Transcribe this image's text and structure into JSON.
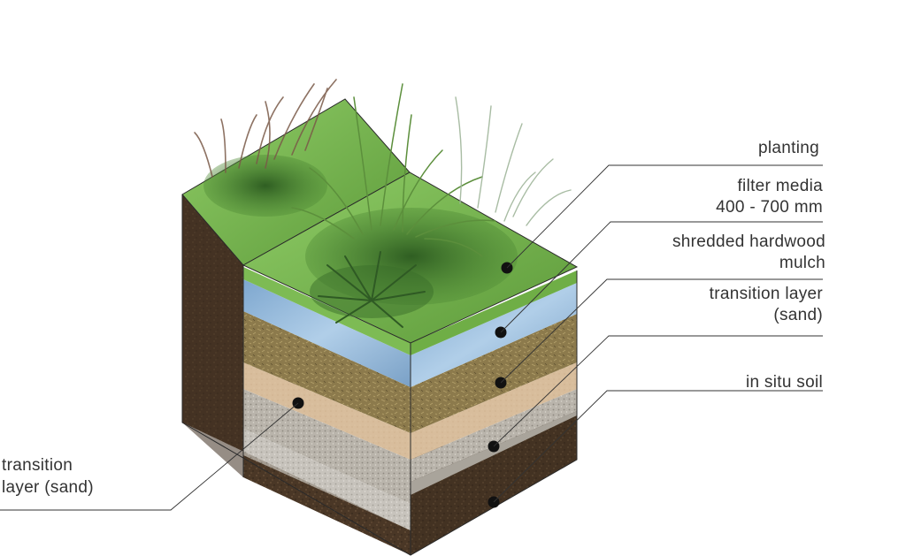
{
  "labels": {
    "planting": "planting",
    "filter_media_line1": "filter media",
    "filter_media_line2": "400 - 700 mm",
    "mulch_line1": "shredded hardwood",
    "mulch_line2": "mulch",
    "transition_right_line1": "transition layer",
    "transition_right_line2": "(sand)",
    "in_situ_soil": "in situ soil",
    "transition_left_line1": "transition",
    "transition_left_line2": "layer (sand)"
  },
  "colors": {
    "soil": "#4a3726",
    "soil_dark": "#3a2b1e",
    "gravel": "#b9b4ab",
    "sand": "#d8bd9c",
    "filter_media": "#8c7a4c",
    "water": "#7ea9cf",
    "grass": "#6ea845",
    "grass_light": "#8dc763",
    "leader": "#333333"
  }
}
